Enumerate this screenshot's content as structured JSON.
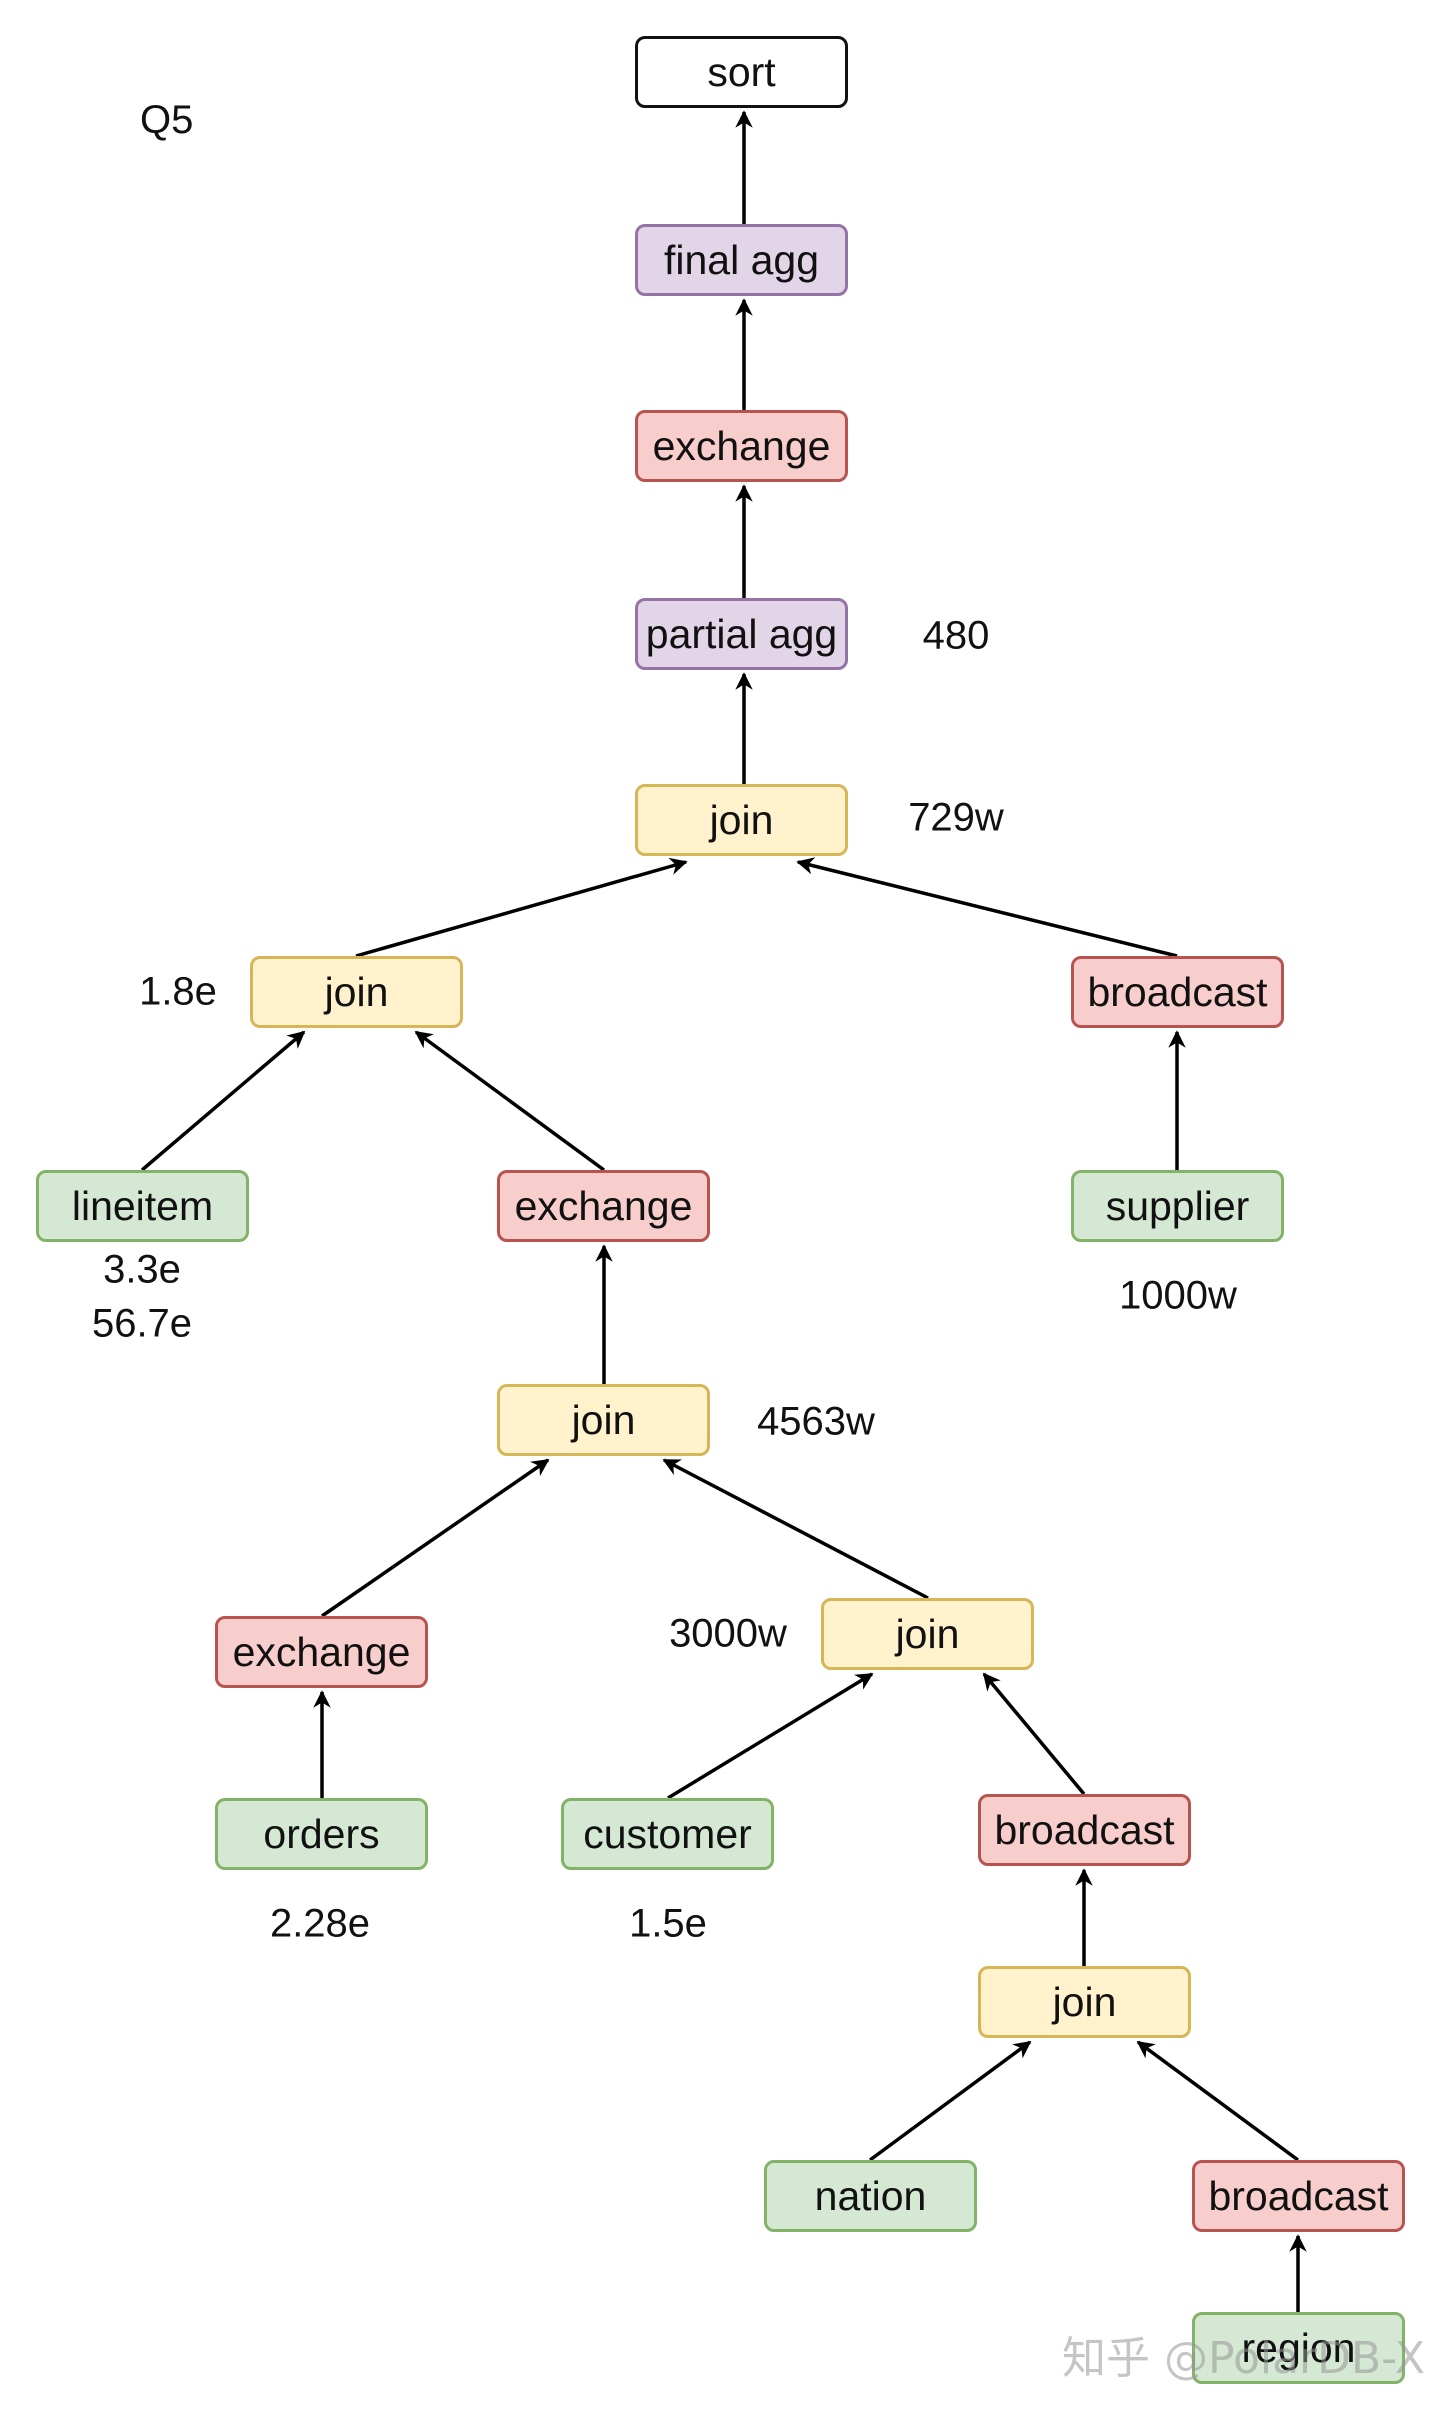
{
  "diagram": {
    "title": "Q5",
    "colors": {
      "sort": "#ffffff",
      "agg": "#e1d5e7",
      "exchange": "#f8cecc",
      "join": "#fff2cc",
      "scan": "#d5e8d4"
    },
    "nodes": {
      "sort": "sort",
      "final_agg": "final agg",
      "exchange_top": "exchange",
      "partial_agg": "partial agg",
      "join_top": "join",
      "join_left": "join",
      "broadcast_supplier": "broadcast",
      "lineitem": "lineitem",
      "exchange_mid": "exchange",
      "supplier": "supplier",
      "join_mid": "join",
      "exchange_orders": "exchange",
      "join_customer": "join",
      "orders": "orders",
      "customer": "customer",
      "broadcast_nation": "broadcast",
      "join_nation": "join",
      "nation": "nation",
      "broadcast_region": "broadcast",
      "region": "region"
    },
    "annotations": {
      "partial_agg_rows": "480",
      "join_top_rows": "729w",
      "join_left_rows": "1.8e",
      "lineitem_rows_1": "3.3e",
      "lineitem_rows_2": "56.7e",
      "supplier_rows": "1000w",
      "join_mid_rows": "4563w",
      "join_customer_rows": "3000w",
      "orders_rows": "2.28e",
      "customer_rows": "1.5e"
    },
    "watermark": "知乎 @PolarDB-X"
  }
}
